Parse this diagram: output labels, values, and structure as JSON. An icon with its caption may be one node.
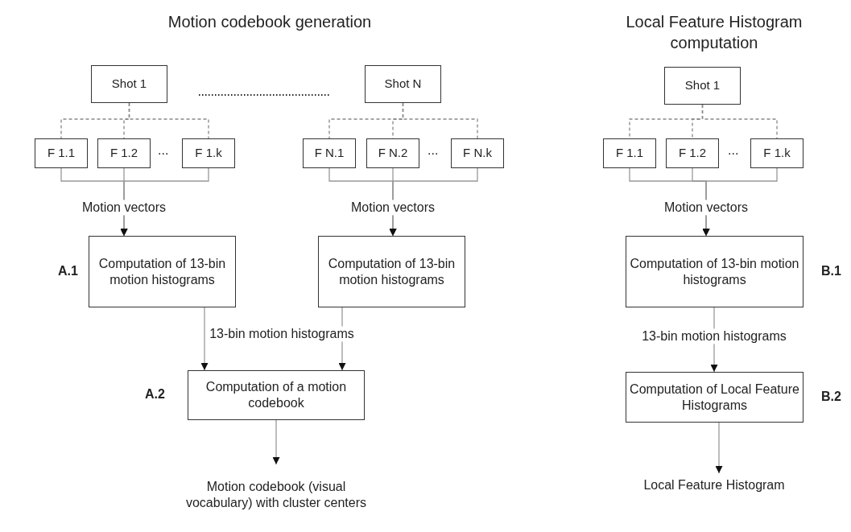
{
  "diagram": {
    "nodes": [
      {
        "text": [
          "Shot 1"
        ]
      },
      {
        "text": [
          "Shot N"
        ]
      },
      {
        "text": [
          "F 1.1"
        ]
      },
      {
        "text": [
          "F 1.2"
        ]
      },
      {
        "text": [
          "F 1.k"
        ]
      },
      {
        "text": [
          "F N.1"
        ]
      },
      {
        "text": [
          "F N.2"
        ]
      },
      {
        "text": [
          "F N.k"
        ]
      },
      {
        "text": [
          "Computation of 13-bin motion histograms"
        ],
        "beside": [
          "A.1"
        ]
      },
      {
        "text": [
          "Computation of 13-bin motion histograms"
        ]
      },
      {
        "text": [
          "Computation of a motion codebook"
        ],
        "beside": [
          "A.2"
        ]
      },
      {
        "text": [
          "Motion codebook (visual vocabulary) with cluster centers"
        ]
      },
      {
        "text": [
          "Shot 1"
        ]
      },
      {
        "text": [
          "F 1.1"
        ]
      },
      {
        "text": [
          "F 1.2"
        ]
      },
      {
        "text": [
          "F 1.k"
        ]
      },
      {
        "text": [
          "Computation of 13-bin motion histograms"
        ],
        "beside": [
          "B.1"
        ]
      },
      {
        "text": [
          "Computation of Local Feature Histograms"
        ],
        "beside": [
          "B.2"
        ]
      },
      {
        "text": [
          "Local Feature Histogram"
        ]
      }
    ],
    "edges": [
      {
        "from": 0,
        "to": 2,
        "arrow": "none",
        "style": "dashed"
      },
      {
        "from": 0,
        "to": 3,
        "arrow": "none",
        "style": "dashed"
      },
      {
        "from": 0,
        "to": 4,
        "arrow": "none",
        "style": "dashed"
      },
      {
        "from": 1,
        "to": 5,
        "arrow": "none",
        "style": "dashed"
      },
      {
        "from": 1,
        "to": 6,
        "arrow": "none",
        "style": "dashed"
      },
      {
        "from": 1,
        "to": 7,
        "arrow": "none",
        "style": "dashed"
      },
      {
        "from": 12,
        "to": 13,
        "arrow": "none",
        "style": "dashed"
      },
      {
        "from": 12,
        "to": 14,
        "arrow": "none",
        "style": "dashed"
      },
      {
        "from": 12,
        "to": 15,
        "arrow": "none",
        "style": "dashed"
      },
      {
        "from": 2,
        "to": 8,
        "arrow": "to"
      },
      {
        "from": 3,
        "to": 8,
        "arrow": "to",
        "label": "Motion vectors"
      },
      {
        "from": 4,
        "to": 8,
        "arrow": "to"
      },
      {
        "from": 5,
        "to": 9,
        "arrow": "to"
      },
      {
        "from": 6,
        "to": 9,
        "arrow": "to",
        "label": "Motion vectors"
      },
      {
        "from": 7,
        "to": 9,
        "arrow": "to"
      },
      {
        "from": 13,
        "to": 16,
        "arrow": "to"
      },
      {
        "from": 14,
        "to": 16,
        "arrow": "to",
        "label": "Motion vectors"
      },
      {
        "from": 15,
        "to": 16,
        "arrow": "to"
      },
      {
        "from": 8,
        "to": 10,
        "arrow": "to",
        "label": "13-bin motion histograms"
      },
      {
        "from": 9,
        "to": 10,
        "arrow": "to"
      },
      {
        "from": 10,
        "to": 11,
        "arrow": "to"
      },
      {
        "from": 16,
        "to": 17,
        "arrow": "to",
        "label": "13-bin motion histograms"
      },
      {
        "from": 17,
        "to": 18,
        "arrow": "to"
      }
    ],
    "labels": [
      "Motion codebook generation",
      "Local Feature Histogram computation",
      "...",
      "...",
      "..."
    ]
  }
}
